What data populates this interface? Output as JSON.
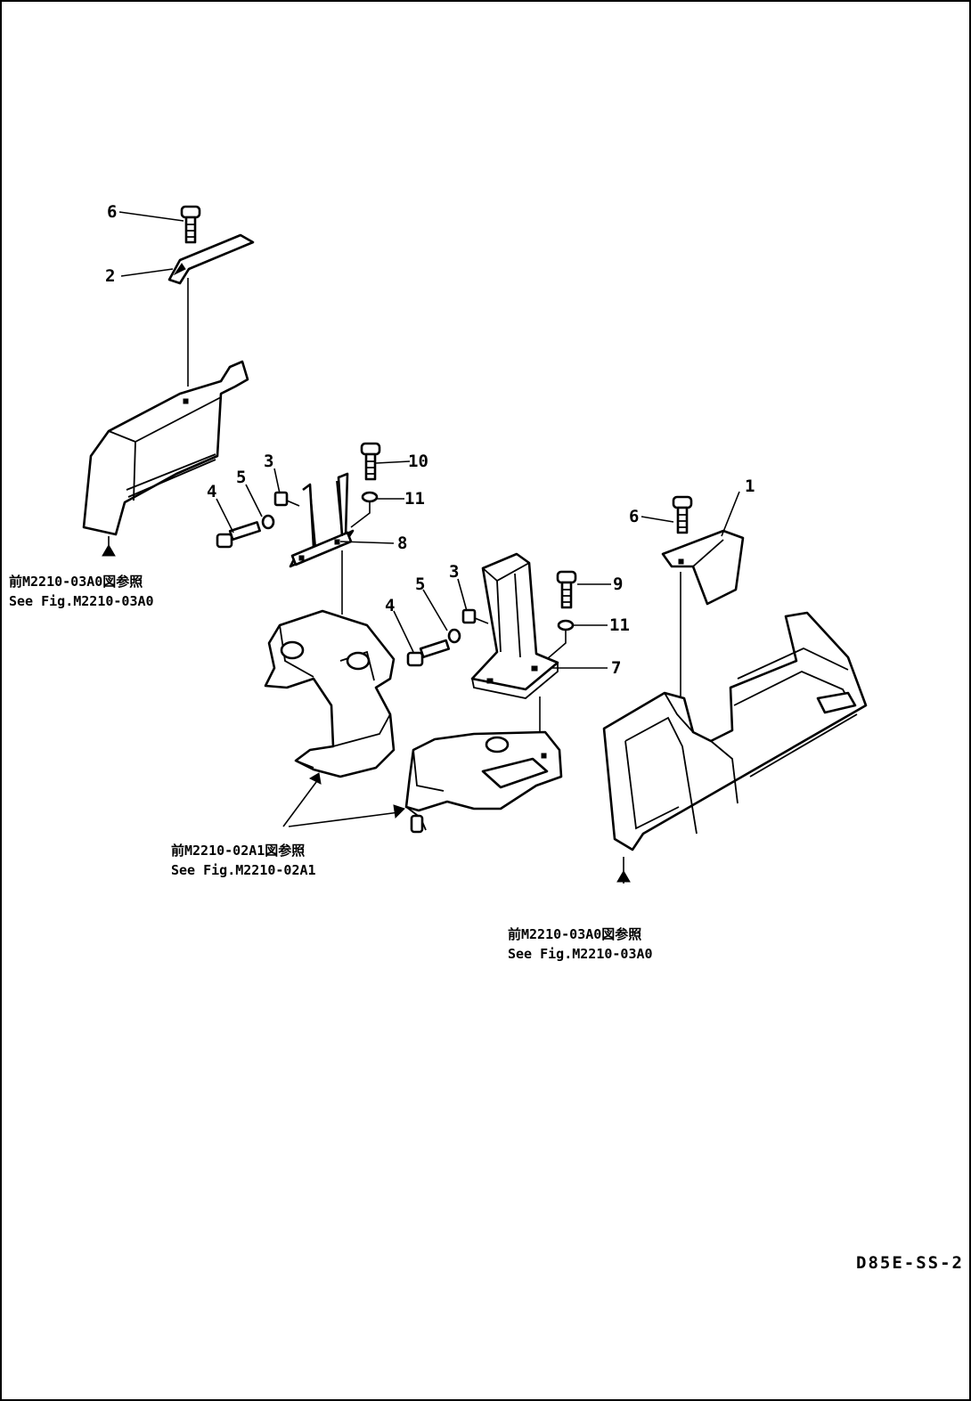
{
  "callouts": [
    {
      "id": "callout-6-left",
      "text": "6"
    },
    {
      "id": "callout-2",
      "text": "2"
    },
    {
      "id": "callout-3-upper",
      "text": "3"
    },
    {
      "id": "callout-10",
      "text": "10"
    },
    {
      "id": "callout-5-upper",
      "text": "5"
    },
    {
      "id": "callout-11-upper",
      "text": "11"
    },
    {
      "id": "callout-4-upper",
      "text": "4"
    },
    {
      "id": "callout-8",
      "text": "8"
    },
    {
      "id": "callout-1",
      "text": "1"
    },
    {
      "id": "callout-6-right",
      "text": "6"
    },
    {
      "id": "callout-3-lower",
      "text": "3"
    },
    {
      "id": "callout-5-lower",
      "text": "5"
    },
    {
      "id": "callout-9",
      "text": "9"
    },
    {
      "id": "callout-4-lower",
      "text": "4"
    },
    {
      "id": "callout-11-lower",
      "text": "11"
    },
    {
      "id": "callout-7",
      "text": "7"
    }
  ],
  "references": {
    "left": {
      "jp": "前M2210-03A0図参照",
      "en": "See Fig.M2210-03A0"
    },
    "center": {
      "jp": "前M2210-02A1図参照",
      "en": "See Fig.M2210-02A1"
    },
    "right": {
      "jp": "前M2210-03A0図参照",
      "en": "See Fig.M2210-03A0"
    }
  },
  "drawing_code": "D85E-SS-2"
}
